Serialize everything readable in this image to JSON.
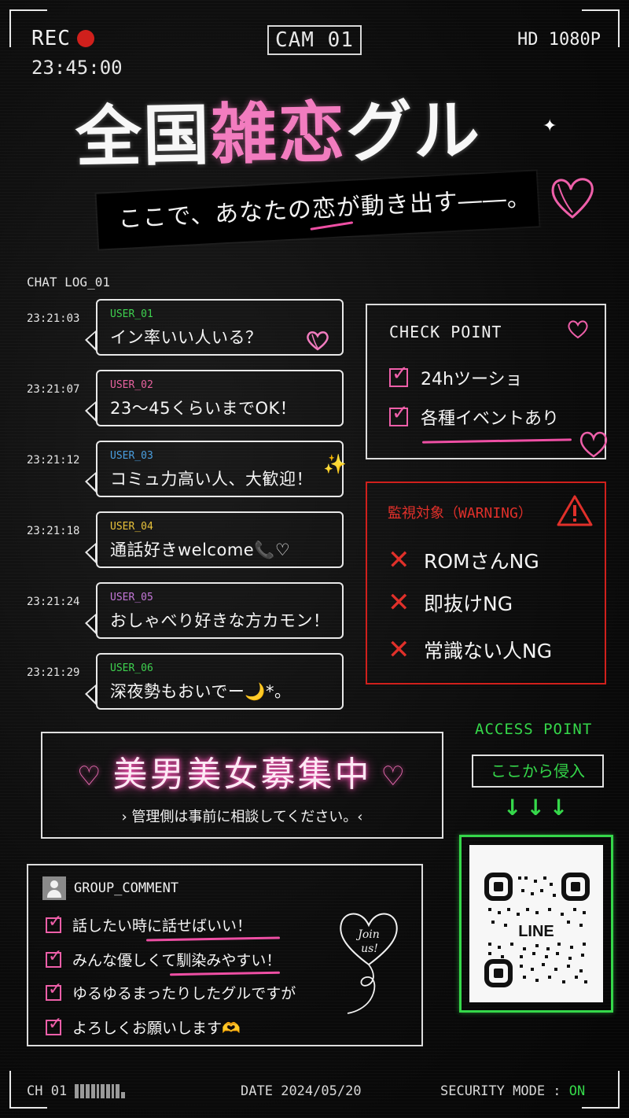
{
  "header": {
    "rec_label": "REC",
    "rec_time": "23:45:00",
    "camera": "CAM 01",
    "resolution": "HD 1080P"
  },
  "title": {
    "part1": "全国",
    "part2": "雑恋",
    "part3": "グル",
    "subtitle_before": "ここで、あなたの",
    "subtitle_highlight": "恋",
    "subtitle_after": "が動き出す――。"
  },
  "chat": {
    "label": "CHAT LOG_01",
    "messages": [
      {
        "time": "23:21:03",
        "user": "USER_01",
        "user_color": "#3ed14f",
        "text": "イン率いい人いる？",
        "deco": "heart"
      },
      {
        "time": "23:21:07",
        "user": "USER_02",
        "user_color": "#e8629f",
        "text": "23〜45くらいまでOK！",
        "deco": ""
      },
      {
        "time": "23:21:12",
        "user": "USER_03",
        "user_color": "#4a9fe0",
        "text": "コミュ力高い人、大歓迎！",
        "deco": "✨"
      },
      {
        "time": "23:21:18",
        "user": "USER_04",
        "user_color": "#e8c23a",
        "text": "通話好きwelcome📞♡",
        "deco": ""
      },
      {
        "time": "23:21:24",
        "user": "USER_05",
        "user_color": "#c477d8",
        "text": "おしゃべり好きな方カモン！",
        "deco": ""
      },
      {
        "time": "23:21:29",
        "user": "USER_06",
        "user_color": "#3ed14f",
        "text": "深夜勢もおいでー🌙*。",
        "deco": ""
      }
    ]
  },
  "check_point": {
    "title": "CHECK POINT",
    "items": [
      "24hツーショ",
      "各種イベントあり"
    ]
  },
  "warning": {
    "title": "監視対象（WARNING）",
    "items": [
      "ROMさんNG",
      "即抜けNG",
      "常識ない人NG"
    ]
  },
  "recruit": {
    "headline": "美男美女募集中",
    "note": "› 管理側は事前に相談してください。‹"
  },
  "access": {
    "label": "ACCESS POINT",
    "button": "ここから侵入",
    "arrows": "↓↓↓",
    "qr_label": "LINE"
  },
  "group_comment": {
    "title": "GROUP_COMMENT",
    "items": [
      "話したい時に話せばいい！",
      "みんな優しくて馴染みやすい！",
      "ゆるゆるまったりしたグルですが",
      "よろしくお願いします🫶"
    ],
    "badge": "Join us!"
  },
  "footer": {
    "channel": "CH 01",
    "date_label": "DATE",
    "date": "2024/05/20",
    "security_label": "SECURITY MODE :",
    "security_value": "ON"
  },
  "colors": {
    "pink": "#f27cbf",
    "red": "#e0302a",
    "green": "#35d84a"
  }
}
